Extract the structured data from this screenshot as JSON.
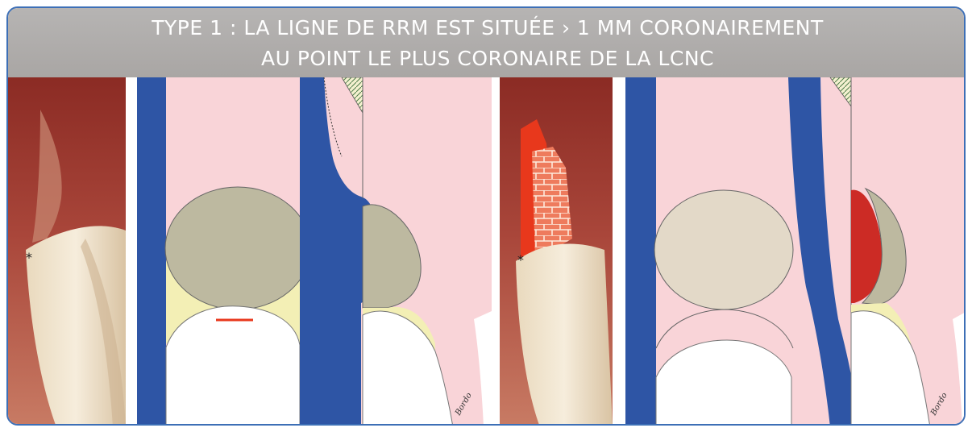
{
  "title": {
    "line1": "TYPE 1 : LA LIGNE DE RRM EST SITUÉE › 1 MM CORONAIREMENT",
    "line2": "AU POINT LE PLUS CORONAIRE DE LA LCNC"
  },
  "panels": [
    {
      "id": "photo-1",
      "kind": "clinical-photo",
      "marker": "*"
    },
    {
      "id": "schema-1",
      "kind": "schematic-cross-section"
    },
    {
      "id": "photo-2",
      "kind": "clinical-photo",
      "marker": "*"
    },
    {
      "id": "schema-2",
      "kind": "schematic-cross-section"
    }
  ],
  "colors": {
    "frame_border": "#3d6fb6",
    "title_band": "#b0adab",
    "title_text": "#ffffff",
    "blue": "#2e55a5",
    "pink": "#f9d4d8",
    "lesion": "#bdb9a0",
    "yellow": "#f3efb5",
    "red": "#e8381c",
    "gum": "#9c3a2f"
  }
}
